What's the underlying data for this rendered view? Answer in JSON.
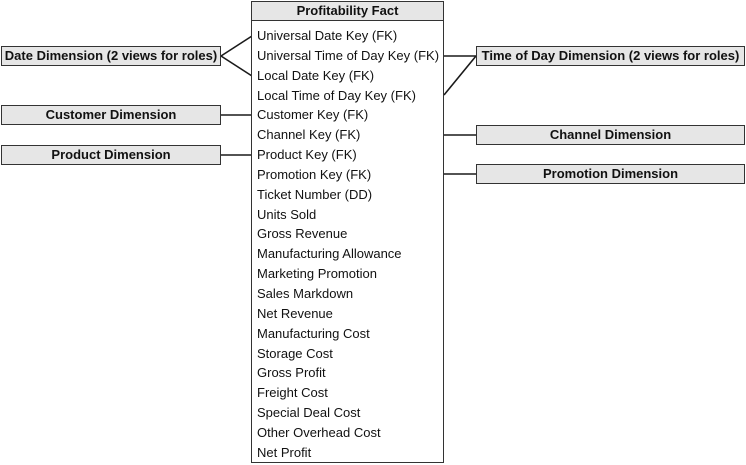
{
  "fact_table": {
    "title": "Profitability Fact",
    "columns": [
      "Universal Date Key (FK)",
      "Universal Time of Day Key (FK)",
      "Local Date Key (FK)",
      "Local Time of Day Key (FK)",
      "Customer Key (FK)",
      "Channel Key (FK)",
      "Product Key (FK)",
      "Promotion Key (FK)",
      "Ticket Number (DD)",
      "Units Sold",
      "Gross Revenue",
      "Manufacturing Allowance",
      "Marketing Promotion",
      "Sales Markdown",
      "Net Revenue",
      "Manufacturing Cost",
      "Storage Cost",
      "Gross Profit",
      "Freight Cost",
      "Special Deal Cost",
      "Other Overhead Cost",
      "Net Profit"
    ]
  },
  "dimensions": {
    "date": "Date Dimension (2 views for roles)",
    "customer": "Customer Dimension",
    "product": "Product Dimension",
    "time_of_day": "Time of Day Dimension (2 views for roles)",
    "channel": "Channel Dimension",
    "promotion": "Promotion Dimension"
  },
  "colors": {
    "box_fill": "#e6e6e6",
    "border": "#333333",
    "text": "#111111"
  }
}
